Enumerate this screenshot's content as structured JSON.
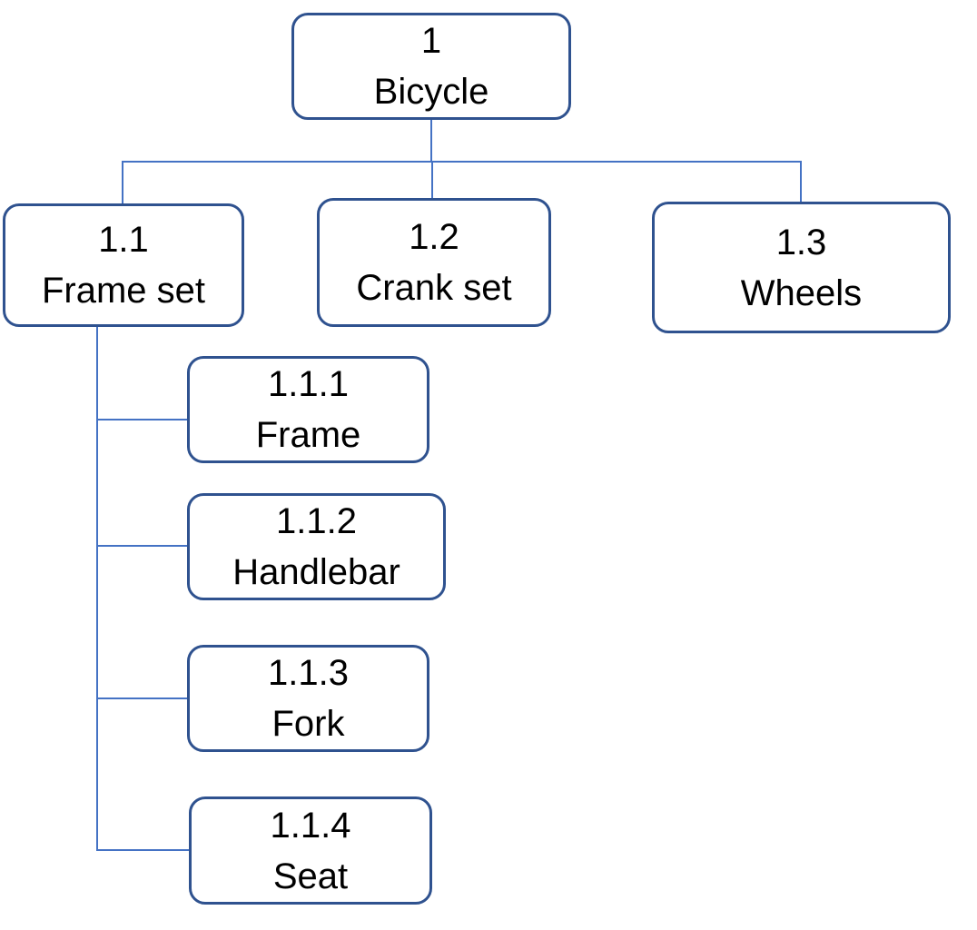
{
  "colors": {
    "node_border": "#2f528f",
    "connector": "#4472c4",
    "text": "#000000",
    "background": "#ffffff"
  },
  "nodes": {
    "root": {
      "number": "1",
      "label": "Bicycle"
    },
    "n1_1": {
      "number": "1.1",
      "label": "Frame set"
    },
    "n1_2": {
      "number": "1.2",
      "label": "Crank set"
    },
    "n1_3": {
      "number": "1.3",
      "label": "Wheels"
    },
    "n1_1_1": {
      "number": "1.1.1",
      "label": "Frame"
    },
    "n1_1_2": {
      "number": "1.1.2",
      "label": "Handlebar"
    },
    "n1_1_3": {
      "number": "1.1.3",
      "label": "Fork"
    },
    "n1_1_4": {
      "number": "1.1.4",
      "label": "Seat"
    }
  }
}
